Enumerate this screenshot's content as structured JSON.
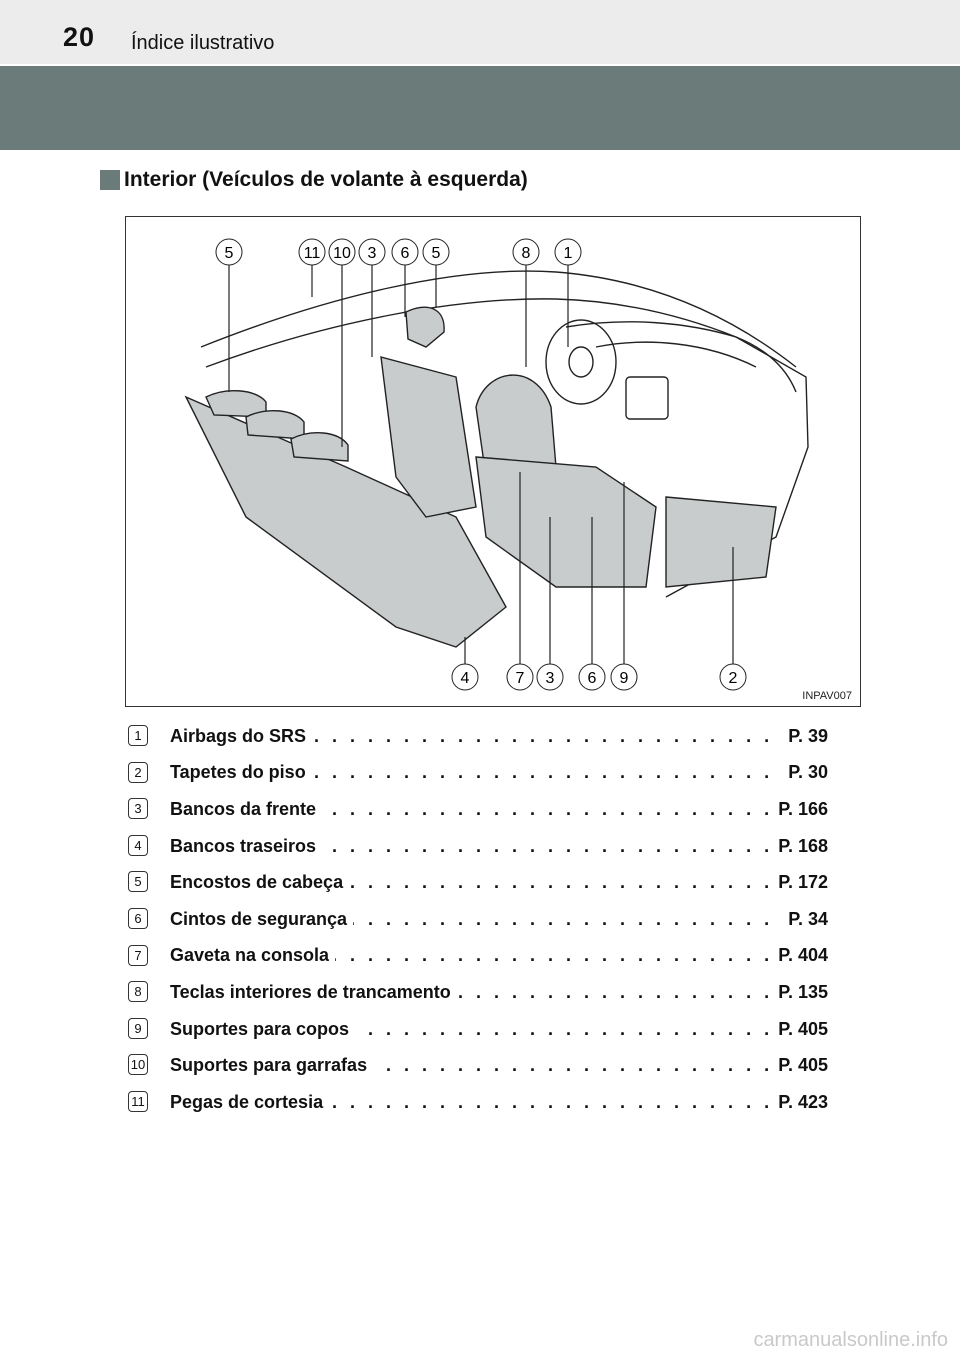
{
  "header": {
    "page_number": "20",
    "title": "Índice ilustrativo"
  },
  "section": {
    "title": "Interior (Veículos de volante à esquerda)"
  },
  "figure": {
    "code": "INPAV007",
    "top_callouts": [
      "5",
      "11",
      "10",
      "3",
      "6",
      "5",
      "8",
      "1"
    ],
    "bottom_callouts": [
      "4",
      "7",
      "3",
      "6",
      "9",
      "2"
    ]
  },
  "items": [
    {
      "num": "1",
      "label": "Airbags do SRS",
      "page": "P. 39"
    },
    {
      "num": "2",
      "label": "Tapetes do piso",
      "page": "P. 30"
    },
    {
      "num": "3",
      "label": "Bancos da frente",
      "page": "P. 166"
    },
    {
      "num": "4",
      "label": "Bancos traseiros",
      "page": "P. 168"
    },
    {
      "num": "5",
      "label": "Encostos de cabeça",
      "page": "P. 172"
    },
    {
      "num": "6",
      "label": "Cintos de segurança",
      "page": "P. 34"
    },
    {
      "num": "7",
      "label": "Gaveta na consola",
      "page": "P. 404"
    },
    {
      "num": "8",
      "label": "Teclas interiores de trancamento",
      "page": "P. 135"
    },
    {
      "num": "9",
      "label": "Suportes para copos",
      "page": "P. 405"
    },
    {
      "num": "10",
      "label": "Suportes para garrafas",
      "page": "P. 405"
    },
    {
      "num": "11",
      "label": "Pegas de cortesia",
      "page": "P. 423"
    }
  ],
  "watermark": "carmanualsonline.info",
  "colors": {
    "band": "#6b7b7a",
    "topbar": "#ececec",
    "seat_fill": "#c8cccc"
  }
}
